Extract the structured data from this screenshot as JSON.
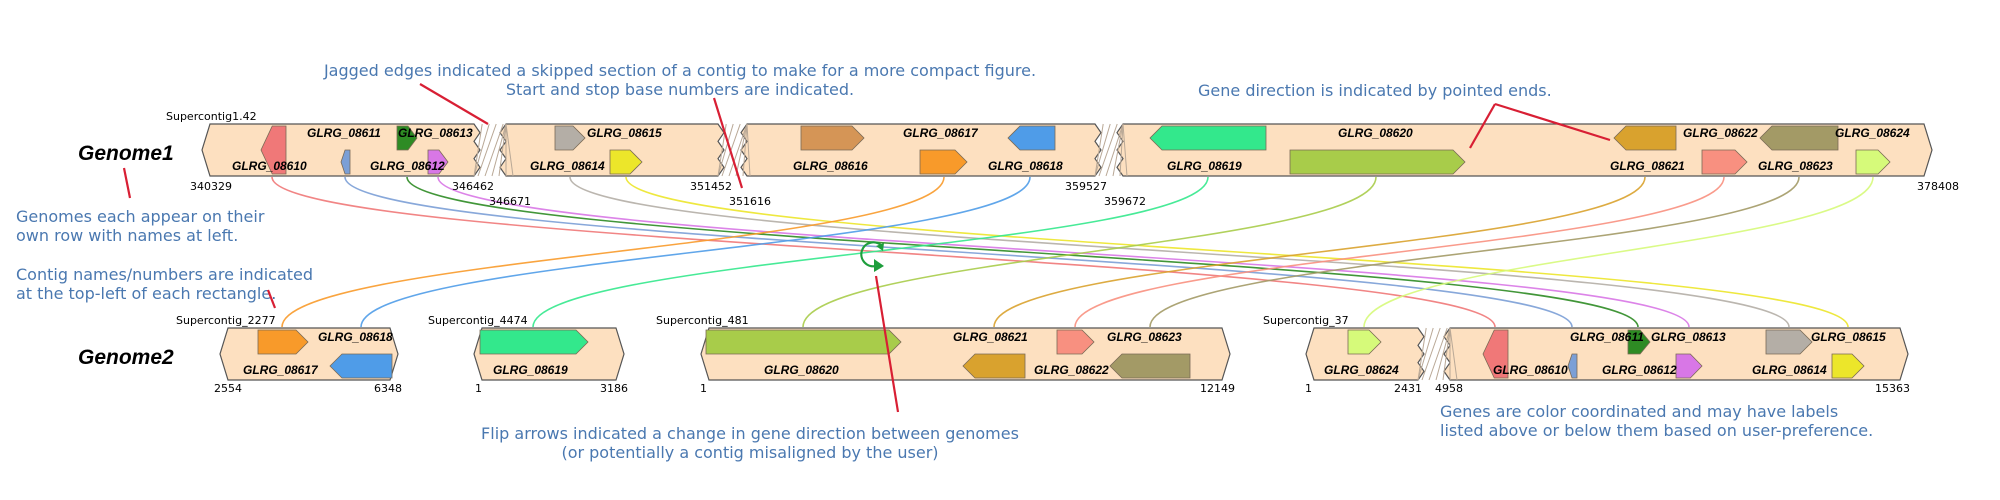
{
  "genomes": [
    {
      "name": "Genome1"
    },
    {
      "name": "Genome2"
    }
  ],
  "contigs": {
    "sc142": {
      "name": "Supercontig1.42",
      "start": "340329",
      "end": "378408",
      "breaks": [
        {
          "left": "346462",
          "right": "346671"
        },
        {
          "left": "351452",
          "right": "351616"
        },
        {
          "left": "359527",
          "right": "359672"
        }
      ]
    },
    "sc2277": {
      "name": "Supercontig_2277",
      "start": "2554",
      "end": "6348"
    },
    "sc4474": {
      "name": "Supercontig_4474",
      "start": "1",
      "end": "3186"
    },
    "sc481": {
      "name": "Supercontig_481",
      "start": "1",
      "end": "12149"
    },
    "sc37": {
      "name": "Supercontig_37",
      "start": "1",
      "end": "15363",
      "breaks": [
        {
          "left": "2431",
          "right": "4958"
        }
      ]
    }
  },
  "genes": {
    "g08610": {
      "label": "GLRG_08610",
      "color": "#f07878"
    },
    "g08611": {
      "label": "GLRG_08611",
      "color": "#7b9fd6"
    },
    "g08612": {
      "label": "GLRG_08612",
      "color": "#d877e6"
    },
    "g08613": {
      "label": "GLRG_08613",
      "color": "#2e8b24"
    },
    "g08614": {
      "label": "GLRG_08614",
      "color": "#b4aea6"
    },
    "g08615": {
      "label": "GLRG_08615",
      "color": "#ece62a"
    },
    "g08616": {
      "label": "GLRG_08616",
      "color": "#d59556"
    },
    "g08617": {
      "label": "GLRG_08617",
      "color": "#f89a2a"
    },
    "g08618": {
      "label": "GLRG_08618",
      "color": "#4f9ce8"
    },
    "g08619": {
      "label": "GLRG_08619",
      "color": "#33e88c"
    },
    "g08620": {
      "label": "GLRG_08620",
      "color": "#a8cc4a"
    },
    "g08621": {
      "label": "GLRG_08621",
      "color": "#d9a22e"
    },
    "g08622": {
      "label": "GLRG_08622",
      "color": "#f89080"
    },
    "g08623": {
      "label": "GLRG_08623",
      "color": "#a39a66"
    },
    "g08624": {
      "label": "GLRG_08624",
      "color": "#d6fa7a"
    }
  },
  "annotations": {
    "jagged": {
      "line1": "Jagged edges indicated a skipped section of a contig to make for a more compact figure.",
      "line2": "Start and stop base numbers are indicated."
    },
    "direction": {
      "line1": "Gene direction is indicated by pointed ends."
    },
    "rows": {
      "line1": "Genomes each appear on their",
      "line2": "own row with names at left."
    },
    "contig_names": {
      "line1": "Contig names/numbers are indicated",
      "line2": "at the top-left of each rectangle."
    },
    "flip": {
      "line1": "Flip arrows indicated a change in gene direction between genomes",
      "line2": "(or potentially a contig misaligned by the user)"
    },
    "colors": {
      "line1": "Genes are color coordinated and may have labels",
      "line2": "listed above or below them based on user-preference."
    }
  },
  "style": {
    "contig_fill": "#fde0c0",
    "annotation_text": "#4a78b0",
    "annotation_pointer": "#d81f34",
    "flip_arrow": "#1e9e3c"
  }
}
